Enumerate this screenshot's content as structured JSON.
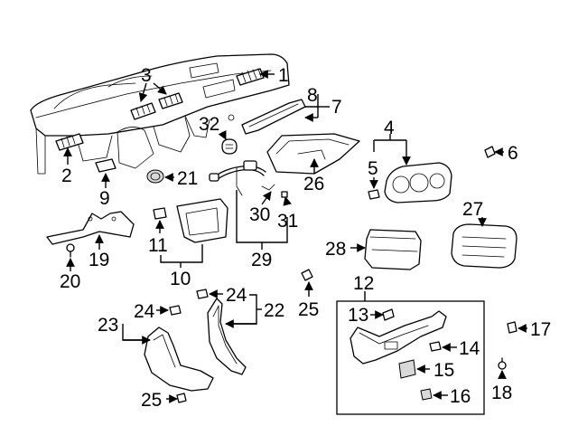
{
  "diagram": {
    "callouts": {
      "c1": "1",
      "c2": "2",
      "c3": "3",
      "c4": "4",
      "c5": "5",
      "c6": "6",
      "c7": "7",
      "c8": "8",
      "c9": "9",
      "c10": "10",
      "c11": "11",
      "c12": "12",
      "c13": "13",
      "c14": "14",
      "c15": "15",
      "c16": "16",
      "c17": "17",
      "c18": "18",
      "c19": "19",
      "c20": "20",
      "c21": "21",
      "c22": "22",
      "c23": "23",
      "c24a": "24",
      "c24b": "24",
      "c25a": "25",
      "c25b": "25",
      "c26": "26",
      "c27": "27",
      "c28": "28",
      "c29": "29",
      "c30": "30",
      "c31": "31",
      "c32": "32"
    }
  }
}
